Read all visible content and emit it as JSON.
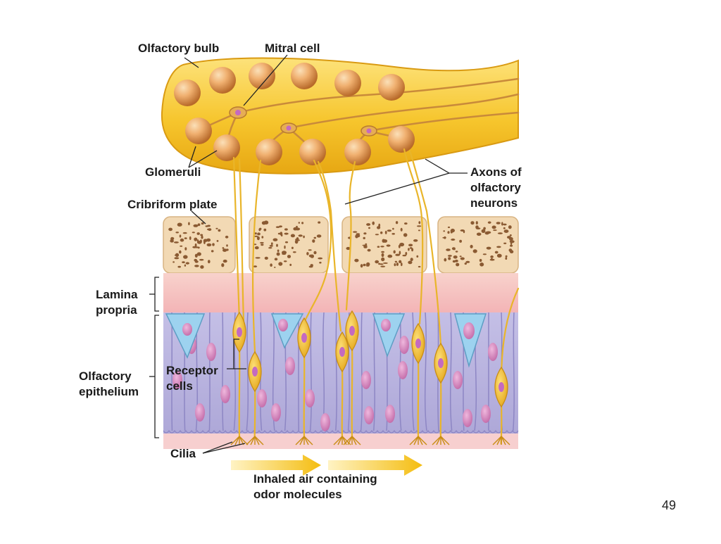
{
  "labels": {
    "olfactory_bulb": "Olfactory bulb",
    "mitral_cell": "Mitral cell",
    "glomeruli": "Glomeruli",
    "cribriform_plate": "Cribriform plate",
    "axons_line1": "Axons of",
    "axons_line2": "olfactory",
    "axons_line3": "neurons",
    "lamina_line1": "Lamina",
    "lamina_line2": "propria",
    "epithelium_line1": "Olfactory",
    "epithelium_line2": "epithelium",
    "receptor_line1": "Receptor",
    "receptor_line2": "cells",
    "cilia": "Cilia",
    "air_line1": "Inhaled air containing",
    "air_line2": "odor molecules"
  },
  "page_number": "49",
  "colors": {
    "bulb": "#f6c830",
    "bulb_edge": "#d99a12",
    "bone": "#f2d9b4",
    "bone_pore": "#8a5a32",
    "lamina": "#f6c4c4",
    "epithelium": "#b9b4de",
    "nucleus": "#d587bf",
    "neuron": "#f0c030",
    "basal_cell": "#9dd2ef",
    "arrow": "#f6c21e"
  }
}
